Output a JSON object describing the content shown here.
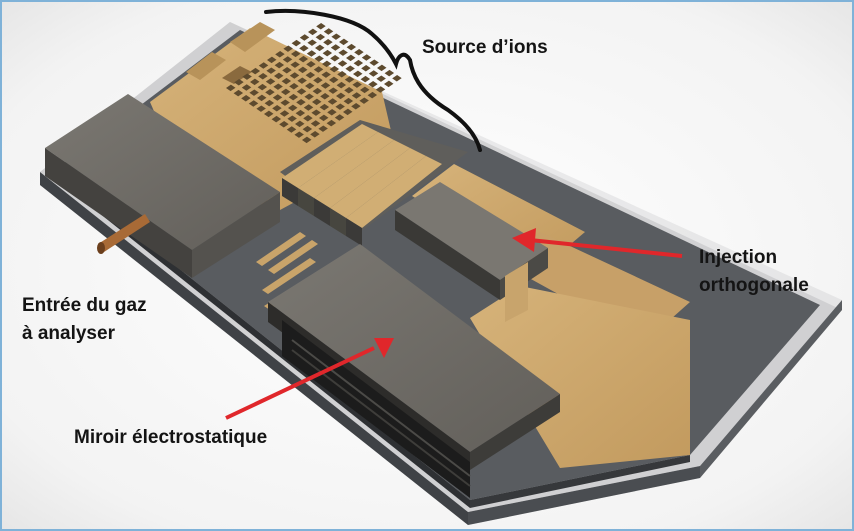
{
  "labels": {
    "source": "Source d’ions",
    "injection_line1": "Injection",
    "injection_line2": "orthogonale",
    "gas_line1": "Entrée du gaz",
    "gas_line2": "à analyser",
    "mirror": "Miroir électrostatique"
  },
  "colors": {
    "gold": "#c9a46a",
    "gold_dark": "#a8834e",
    "block_gray": "#6f6c66",
    "substrate": "#55585c",
    "arrow": "#e0272b",
    "bracket": "#111111",
    "pipe": "#9a5a2a",
    "frame": "#7fb2d8"
  }
}
